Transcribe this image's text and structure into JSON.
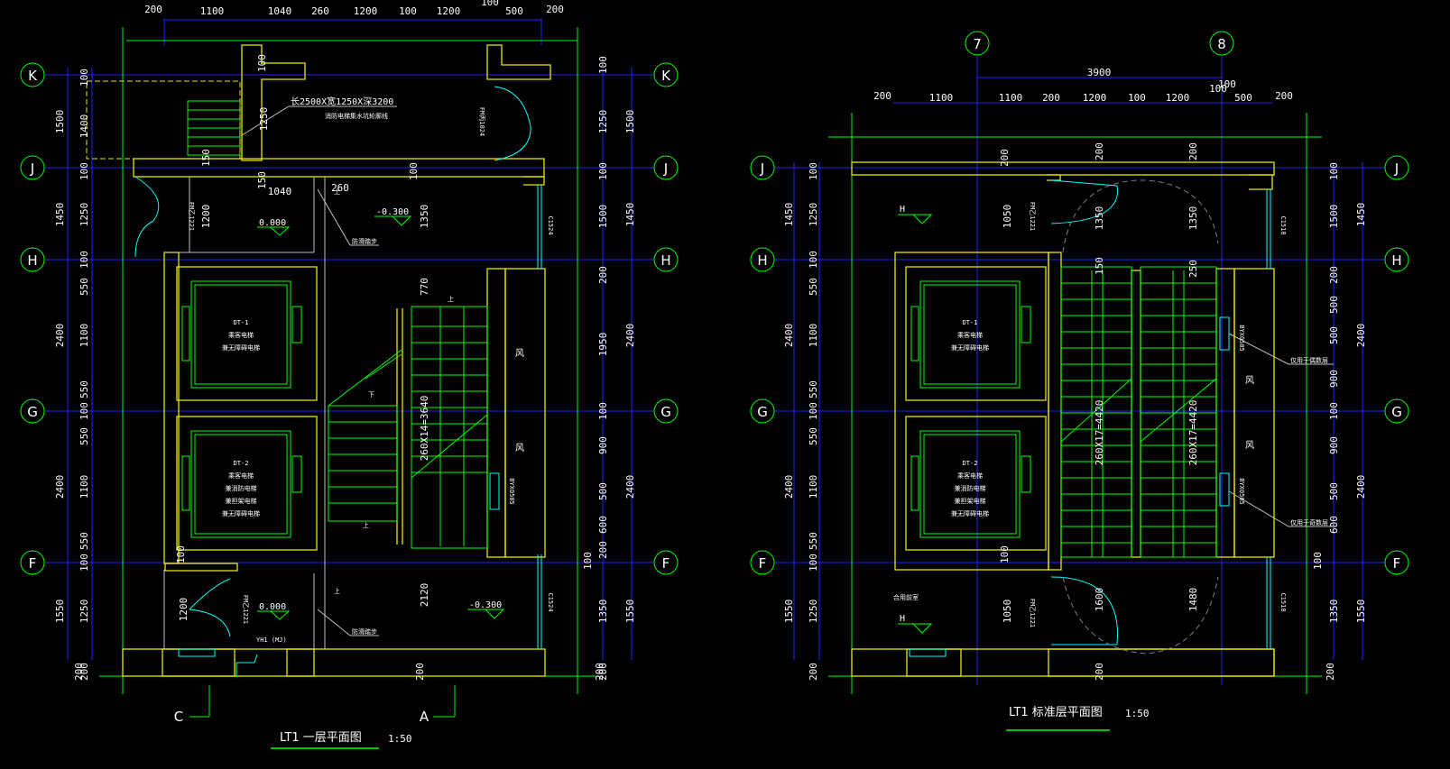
{
  "colors": {
    "background": "#000000",
    "wall": "#e6e600",
    "grid": "#2222ff",
    "green": "#00ff00",
    "cyan": "#00ffff",
    "text": "#ffffff",
    "white_line": "#c0c0c0"
  },
  "plan1": {
    "title": "LT1 一层平面图",
    "scale": "1:50",
    "axes_left": [
      "K",
      "J",
      "H",
      "G",
      "F"
    ],
    "axes_right": [
      "K",
      "J",
      "H",
      "G",
      "F"
    ],
    "bottom_axes": [
      "C",
      "A"
    ],
    "top_dims": [
      "200",
      "1100",
      "1040",
      "260",
      "1200",
      "100",
      "1200",
      "100",
      "500",
      "200"
    ],
    "left_dims_outer": [
      "1500",
      "1450",
      "2400",
      "2400",
      "1550"
    ],
    "left_dims_inner": [
      "100",
      "1400",
      "100",
      "1250",
      "100",
      "550",
      "1100",
      "550",
      "100",
      "550",
      "1100",
      "550",
      "100",
      "1250",
      "200"
    ],
    "right_dims_inner": [
      "100",
      "1250",
      "100",
      "1500",
      "200",
      "1950",
      "100",
      "900",
      "500",
      "600",
      "200",
      "100",
      "1350",
      "200"
    ],
    "right_dims_outer": [
      "1500",
      "1450",
      "2400",
      "2400",
      "1550"
    ],
    "labels": {
      "pit": "长2500X宽1250X深3200",
      "pit2": "消防电梯集水坑轮廓线",
      "level1": "0.000",
      "level2": "-0.300",
      "level3": "0.000",
      "level4": "-0.300",
      "anti1": "防滑踏步",
      "anti2": "防滑踏步",
      "stair": "260X14=3640",
      "dt1": "DT-1",
      "dt1a": "乘客电梯",
      "dt1b": "兼无障碍电梯",
      "dt2": "DT-2",
      "dt2a": "乘客电梯",
      "dt2b": "兼消防电梯",
      "dt2c": "兼担架电梯",
      "dt2d": "兼无障碍电梯",
      "door1": "FM乙1221",
      "door2": "FM乙1221",
      "door3": "FM丙1024",
      "win1": "C1524",
      "win2": "C1524",
      "vent": "BYX0505",
      "feng1": "风",
      "feng2": "风",
      "shang1": "上",
      "shang2": "上",
      "shang3": "上",
      "shang4": "上",
      "xia": "下",
      "yh": "YH1 (MJ)",
      "d1040": "1040",
      "d260": "260",
      "d1200a": "1200",
      "d1200b": "1200",
      "d1350": "1350",
      "d770": "770",
      "d2120": "2120",
      "d150a": "150",
      "d150b": "150",
      "d100a": "100",
      "d1250": "1250",
      "d100b": "100",
      "d100c": "100",
      "d200": "200",
      "d200b": "200",
      "d200c": "200"
    }
  },
  "plan2": {
    "title": "LT1 标准层平面图",
    "scale": "1:50",
    "axes_top": [
      "7",
      "8"
    ],
    "axes_left": [
      "J",
      "H",
      "G",
      "F"
    ],
    "axes_right": [
      "J",
      "H",
      "G",
      "F"
    ],
    "top_total": "3900",
    "top_dims": [
      "200",
      "1100",
      "1100",
      "200",
      "1200",
      "100",
      "1200",
      "100",
      "500",
      "200"
    ],
    "top_extra": "100",
    "left_dims_outer": [
      "1450",
      "2400",
      "2400",
      "1550"
    ],
    "left_dims_inner": [
      "100",
      "1250",
      "100",
      "550",
      "1100",
      "550",
      "100",
      "550",
      "1100",
      "550",
      "100",
      "1250",
      "200"
    ],
    "right_dims_inner": [
      "100",
      "1500",
      "200",
      "500",
      "500",
      "900",
      "100",
      "900",
      "500",
      "600",
      "100",
      "1350",
      "200"
    ],
    "right_dims_outer": [
      "1450",
      "2400",
      "2400",
      "1550"
    ],
    "labels": {
      "dt1": "DT-1",
      "dt1a": "乘客电梯",
      "dt1b": "兼无障碍电梯",
      "dt2": "DT-2",
      "dt2a": "乘客电梯",
      "dt2b": "兼消防电梯",
      "dt2c": "兼担架电梯",
      "dt2d": "兼无障碍电梯",
      "stair1": "260X17=4420",
      "stair2": "260X17=4420",
      "even": "仅用于偶数层",
      "odd": "仅用于奇数层",
      "lobby": "合用前室",
      "h1": "H",
      "h2": "H",
      "door1": "FM乙1221",
      "door2": "FM乙1221",
      "win1": "C1518",
      "win2": "C1518",
      "vent1": "BYX0505",
      "vent2": "BYX0505",
      "feng1": "风",
      "feng2": "风",
      "d1050a": "1050",
      "d1050b": "1050",
      "d1350a": "1350",
      "d1350b": "1350",
      "d1600": "1600",
      "d1480": "1480",
      "d200a": "200",
      "d200b": "200",
      "d200c": "200",
      "d200d": "200",
      "d250": "250",
      "d150": "150",
      "d100": "100"
    }
  }
}
